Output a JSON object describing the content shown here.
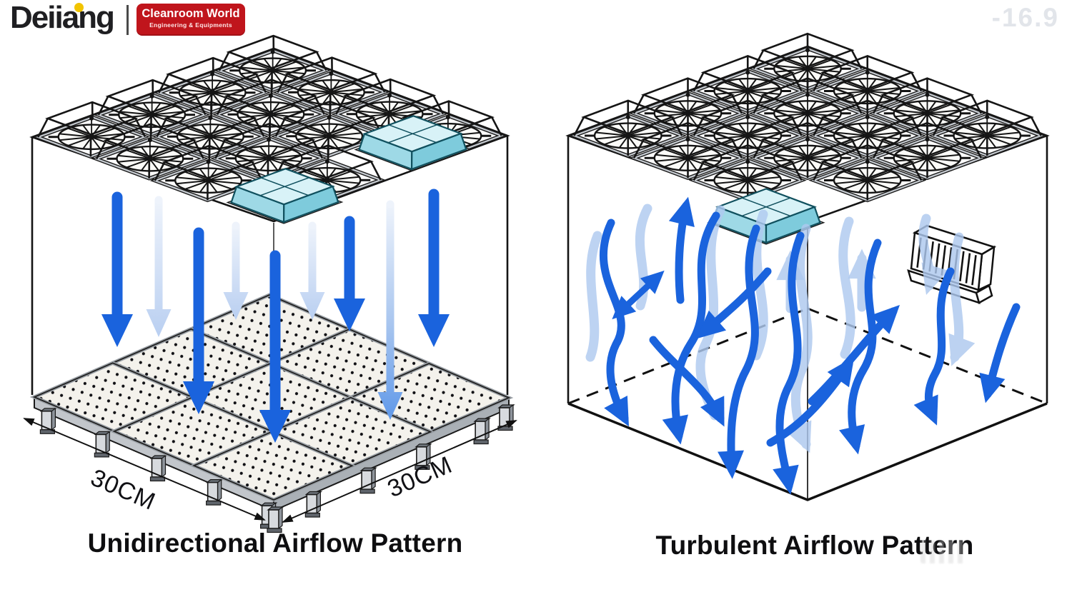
{
  "header": {
    "brand": "Deiiang",
    "badge_line1": "Cleanroom World",
    "badge_line2": "Engineering & Equipments",
    "watermark": "-16.9"
  },
  "left_panel": {
    "caption": "Unidirectional Airflow Pattern",
    "dim_left": "30CM",
    "dim_right": "30CM"
  },
  "right_panel": {
    "caption": "Turbulent Airflow Pattern"
  },
  "colors": {
    "arrow_dark_blue": "#1a63dd",
    "arrow_light_blue": "#bed2f2",
    "badge_red": "#c0151c",
    "logo_dot_yellow": "#f2c400",
    "teal_unit": "#9ed9e6",
    "ink": "#141414"
  }
}
